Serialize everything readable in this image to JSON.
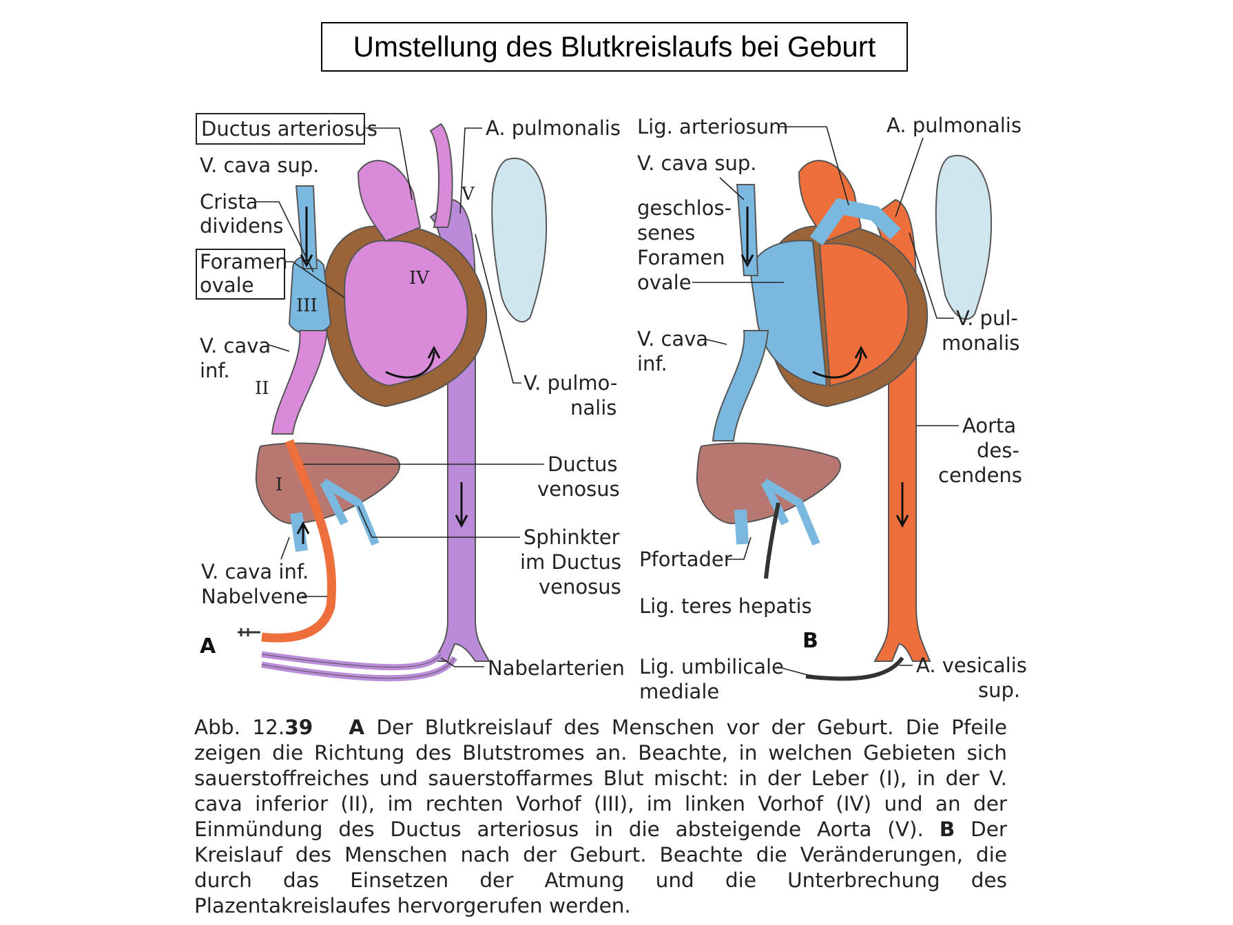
{
  "title": "Umstellung des Blutkreislaufs bei Geburt",
  "panel_a": {
    "letter": "A",
    "labels": {
      "ductus_arteriosus": "Ductus arteriosus",
      "v_cava_sup": "V. cava sup.",
      "crista_1": "Crista",
      "crista_2": "dividens",
      "foramen_1": "Foramen",
      "foramen_2": "ovale",
      "v_cava_inf_1": "V. cava",
      "v_cava_inf_2": "inf.",
      "a_pulmonalis": "A. pulmonalis",
      "v_pulmonalis_1": "V. pulmo-",
      "v_pulmonalis_2": "nalis",
      "ductus_venosus_1": "Ductus",
      "ductus_venosus_2": "venosus",
      "sphinkter_1": "Sphinkter",
      "sphinkter_2": "im Ductus",
      "sphinkter_3": "venosus",
      "v_cava_inf_lower": "V. cava inf.",
      "nabelvene": "Nabelvene",
      "nabelarterien": "Nabelarterien"
    },
    "roman_numerals": {
      "i": "I",
      "ii": "II",
      "iii": "III",
      "iv": "IV",
      "v": "V"
    }
  },
  "panel_b": {
    "letter": "B",
    "labels": {
      "lig_arteriosum": "Lig. arteriosum",
      "v_cava_sup": "V. cava sup.",
      "foramen_1": "geschlos-",
      "foramen_2": "senes",
      "foramen_3": "Foramen",
      "foramen_4": "ovale",
      "v_cava_inf_1": "V. cava",
      "v_cava_inf_2": "inf.",
      "a_pulmonalis": "A. pulmonalis",
      "v_pulmonalis_1": "V. pul-",
      "v_pulmonalis_2": "monalis",
      "aorta_1": "Aorta",
      "aorta_2": "des-",
      "aorta_3": "cendens",
      "pfortader": "Pfortader",
      "lig_teres": "Lig. teres hepatis",
      "lig_umbilicale_1": "Lig. umbilicale",
      "lig_umbilicale_2": "mediale",
      "a_vesicalis_1": "A. vesicalis",
      "a_vesicalis_2": "sup."
    }
  },
  "caption": {
    "fig_prefix": "Abb. 12.",
    "fig_number": "39",
    "a_letter": "A",
    "a_text": " Der Blutkreislauf des Menschen vor der Geburt. Die Pfeile zeigen die Richtung des Blutstromes an. Beachte, in welchen Gebieten sich sauerstoffreiches und sauerstoffarmes Blut mischt: in der Leber (I), in der V. cava inferior (II), im rechten Vorhof (III), im linken Vorhof (IV) und an der Einmündung des Ductus arteriosus in die absteigende Aorta (V). ",
    "b_letter": "B",
    "b_text": " Der Kreislauf des Menschen nach der Geburt. Beachte die Veränderungen, die durch das Einsetzen der Atmung und die Unterbrechung des Plazentakreislaufes hervorgerufen werden."
  },
  "colors": {
    "venous_blue": "#7ab8e0",
    "mixed_pink": "#d98ad8",
    "arterial_orange": "#ec6f3c",
    "myocardium_brown": "#9b6438",
    "liver_brown": "#b77872",
    "lung_blue": "#cfe6ef",
    "mixed_purple": "#b98bd8"
  }
}
